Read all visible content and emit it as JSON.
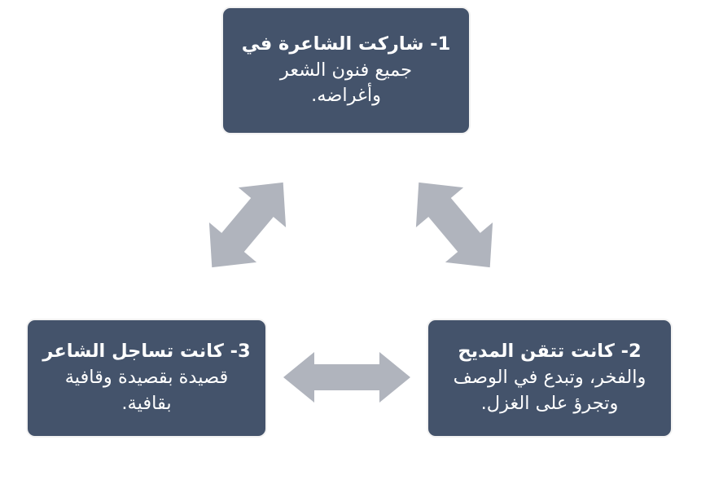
{
  "diagram": {
    "type": "triangular-cycle",
    "title": "",
    "background_color": "#ffffff",
    "node_fill_color": "#44536B",
    "node_border_color": "#f2f2f2",
    "node_text_color": "#ffffff",
    "arrow_color": "#b0b4bd",
    "language": "ar",
    "direction": "rtl"
  },
  "nodes": [
    {
      "id": "node-1",
      "position": "top",
      "number": "1",
      "lead_line": "1- شاركت الشاعرة في",
      "rest_text": "جميع فنون الشعر\nوأغراضه.",
      "full_text": "1- شاركت الشاعرة في جميع فنون الشعر وأغراضه."
    },
    {
      "id": "node-2",
      "position": "bottom-right",
      "number": "2",
      "lead_line": "2- كانت تتقن المديح",
      "rest_text": "والفخر، وتبدع في الوصف\nوتجرؤ على الغزل.",
      "full_text": "2- كانت تتقن المديح والفخر، وتبدع في الوصف وتجرؤ على الغزل."
    },
    {
      "id": "node-3",
      "position": "bottom-left",
      "number": "3",
      "lead_line": "3- كانت تساجل الشاعر",
      "rest_text": "قصيدة بقصيدة وقافية\nبقافية.",
      "full_text": "3- كانت تساجل الشاعر قصيدة بقصيدة وقافية بقافية."
    }
  ],
  "arrows": [
    {
      "id": "arrow-left",
      "name": "double-arrow-diagonal-up-right",
      "connects": [
        "node-3",
        "node-1"
      ],
      "style": "double-headed",
      "orientation": "diagonal-up-right",
      "color": "#b0b4bd"
    },
    {
      "id": "arrow-right",
      "name": "double-arrow-diagonal-down-right",
      "connects": [
        "node-1",
        "node-2"
      ],
      "style": "double-headed",
      "orientation": "diagonal-down-right",
      "color": "#b0b4bd"
    },
    {
      "id": "arrow-bottom",
      "name": "double-arrow-horizontal",
      "connects": [
        "node-3",
        "node-2"
      ],
      "style": "double-headed",
      "orientation": "horizontal",
      "color": "#b0b4bd"
    }
  ]
}
